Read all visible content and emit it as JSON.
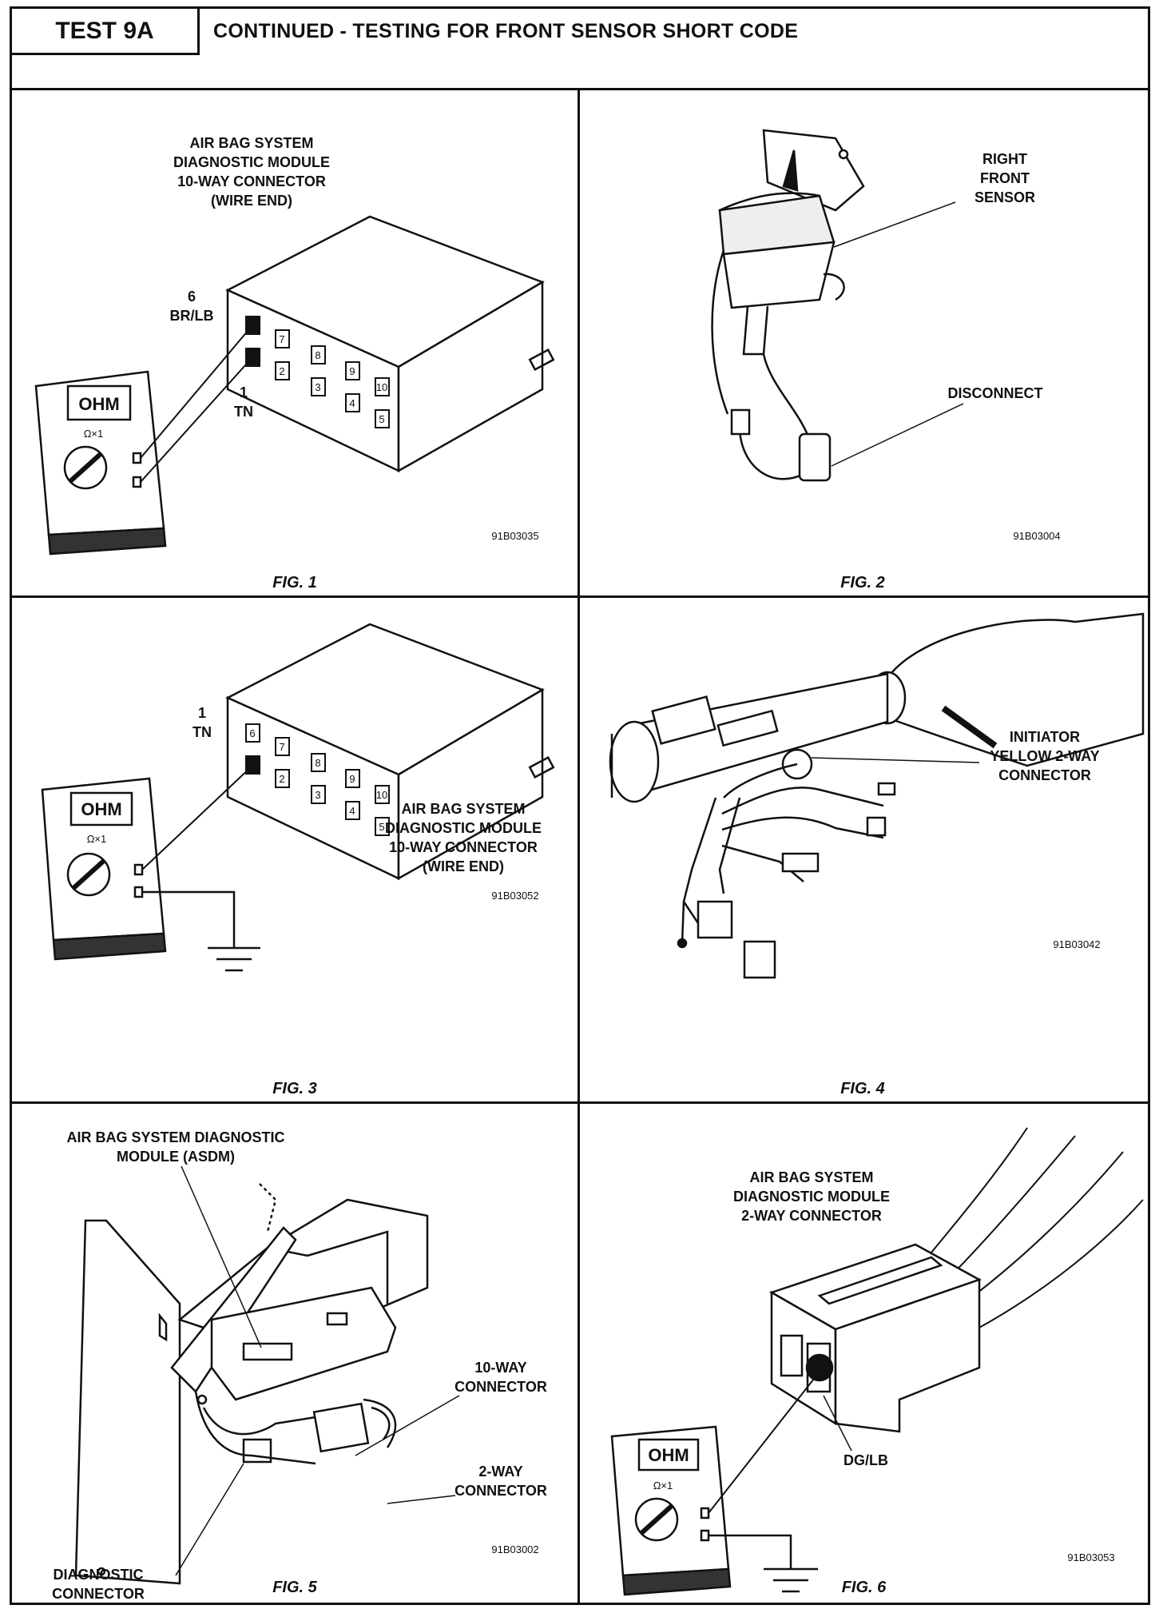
{
  "header": {
    "test_label": "TEST 9A",
    "title": "CONTINUED - TESTING FOR FRONT SENSOR SHORT CODE"
  },
  "figures": [
    {
      "caption": "FIG. 1",
      "code": "91B03035",
      "heading": [
        "AIR BAG SYSTEM",
        "DIAGNOSTIC MODULE",
        "10-WAY CONNECTOR",
        "(WIRE END)"
      ],
      "pin_upper": [
        "6",
        "BR/LB"
      ],
      "pin_lower": [
        "1",
        "TN"
      ],
      "meter_label": "OHM",
      "meter_range": "Ω×1",
      "pins": [
        "7",
        "8",
        "9",
        "10",
        "2",
        "3",
        "4",
        "5"
      ]
    },
    {
      "caption": "FIG. 2",
      "code": "91B03004",
      "sensor_label": [
        "RIGHT",
        "FRONT",
        "SENSOR"
      ],
      "disconnect_label": "DISCONNECT"
    },
    {
      "caption": "FIG. 3",
      "code": "91B03052",
      "pin_label": [
        "1",
        "TN"
      ],
      "meter_label": "OHM",
      "meter_range": "Ω×1",
      "heading": [
        "AIR BAG SYSTEM",
        "DIAGNOSTIC MODULE",
        "10-WAY CONNECTOR",
        "(WIRE END)"
      ],
      "pins": [
        "6",
        "7",
        "8",
        "9",
        "10",
        "2",
        "3",
        "4",
        "5"
      ]
    },
    {
      "caption": "FIG. 4",
      "code": "91B03042",
      "label": [
        "INITIATOR",
        "YELLOW 2-WAY",
        "CONNECTOR"
      ]
    },
    {
      "caption": "FIG. 5",
      "code": "91B03002",
      "module_label": [
        "AIR BAG SYSTEM DIAGNOSTIC",
        "MODULE (ASDM)"
      ],
      "ten_way_label": [
        "10-WAY",
        "CONNECTOR"
      ],
      "two_way_label": [
        "2-WAY",
        "CONNECTOR"
      ],
      "diag_label": [
        "DIAGNOSTIC",
        "CONNECTOR"
      ]
    },
    {
      "caption": "FIG. 6",
      "code": "91B03053",
      "heading": [
        "AIR BAG SYSTEM",
        "DIAGNOSTIC MODULE",
        "2-WAY CONNECTOR"
      ],
      "wire_label": "DG/LB",
      "meter_label": "OHM",
      "meter_range": "Ω×1"
    }
  ]
}
